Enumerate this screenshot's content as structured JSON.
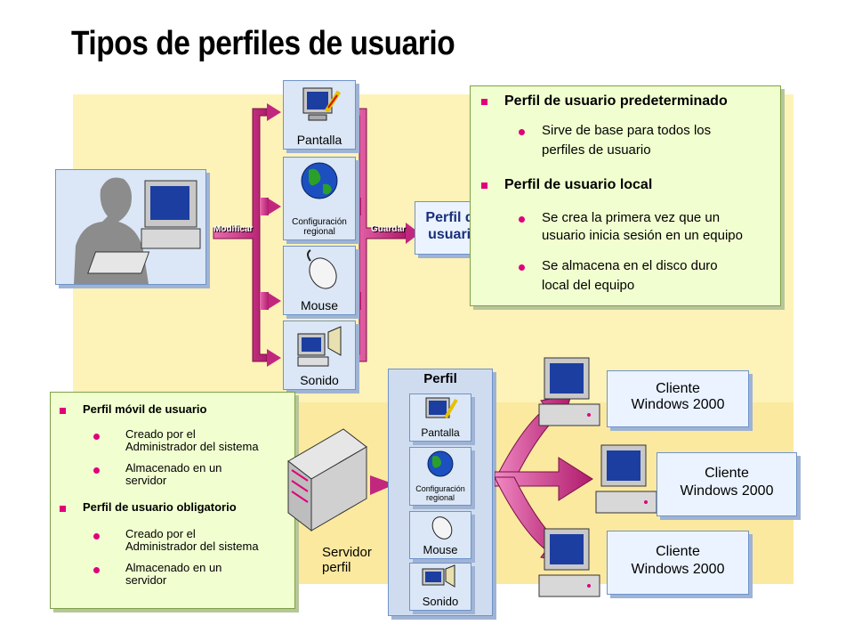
{
  "title": "Tipos de perfiles de usuario",
  "colors": {
    "accent": "#e0007a",
    "arrow": "#c2277e",
    "panel": "#f1ffd0",
    "stage": "#fdf2b8"
  },
  "icons": [
    "display-icon",
    "globe-icon",
    "mouse-icon",
    "sound-icon",
    "computer-icon",
    "user-icon",
    "server-icon"
  ],
  "top_tiles": {
    "pantalla": "Pantalla",
    "config_line1": "Configuración",
    "config_line2": "regional",
    "mouse": "Mouse",
    "sonido": "Sonido"
  },
  "arrows": {
    "modificar": "Modificar",
    "guardar": "Guardar"
  },
  "perfil_box": {
    "line1": "Perfil de",
    "line2": "usuario"
  },
  "right_panel": {
    "h1": "Perfil de usuario predeterminado",
    "h1_b1_l1": "Sirve de base para todos los",
    "h1_b1_l2": "perfiles de usuario",
    "h2": "Perfil de usuario local",
    "h2_b1_l1": "Se crea la primera vez que un",
    "h2_b1_l2": "usuario inicia sesión en un equipo",
    "h2_b2_l1": "Se almacena en el disco duro",
    "h2_b2_l2": "local del equipo"
  },
  "left_panel": {
    "h1": "Perfil móvil de usuario",
    "h1_b1_l1": "Creado por el",
    "h1_b1_l2": "Administrador del sistema",
    "h1_b2_l1": "Almacenado en un",
    "h1_b2_l2": "servidor",
    "h2": "Perfil de usuario obligatorio",
    "h2_b1_l1": "Creado por el",
    "h2_b1_l2": "Administrador del sistema",
    "h2_b2_l1": "Almacenado en un",
    "h2_b2_l2": "servidor"
  },
  "server": {
    "line1": "Servidor",
    "line2": "perfil"
  },
  "profile_col": {
    "title": "Perfil",
    "pantalla": "Pantalla",
    "config_line1": "Configuración",
    "config_line2": "regional",
    "mouse": "Mouse",
    "sonido": "Sonido"
  },
  "clients": [
    {
      "line1": "Cliente",
      "line2": "Windows 2000"
    },
    {
      "line1": "Cliente",
      "line2": "Windows 2000"
    },
    {
      "line1": "Cliente",
      "line2": "Windows 2000"
    }
  ]
}
